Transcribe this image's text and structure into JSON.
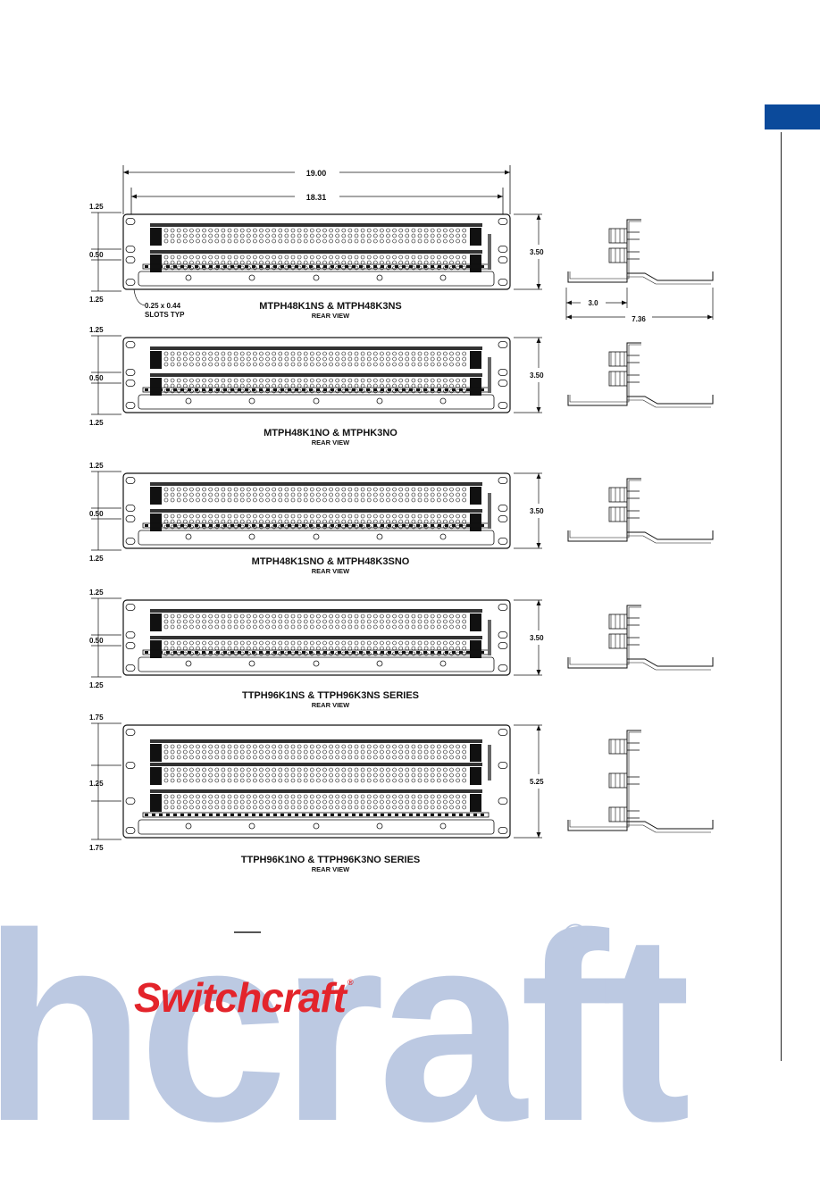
{
  "dimensions": {
    "overall_width": "19.00",
    "inner_width": "18.31",
    "slot_label": "0.25 x 0.44",
    "slot_label2": "SLOTS TYP",
    "depth_3": "3.0",
    "depth_736": "7.36"
  },
  "panels": [
    {
      "top": "1.25",
      "mid": "0.50",
      "bottom": "1.25",
      "height": "3.50",
      "title": "MTPH48K1NS & MTPH48K3NS",
      "view": "REAR VIEW",
      "rows": 2
    },
    {
      "top": "1.25",
      "mid": "0.50",
      "bottom": "1.25",
      "height": "3.50",
      "title": "MTPH48K1NO & MTPHK3NO",
      "view": "REAR VIEW",
      "rows": 2
    },
    {
      "top": "1.25",
      "mid": "0.50",
      "bottom": "1.25",
      "height": "3.50",
      "title": "MTPH48K1SNO & MTPH48K3SNO",
      "view": "REAR VIEW",
      "rows": 2
    },
    {
      "top": "1.25",
      "mid": "0.50",
      "bottom": "1.25",
      "height": "3.50",
      "title": "TTPH96K1NS & TTPH96K3NS SERIES",
      "view": "REAR VIEW",
      "rows": 2
    },
    {
      "top": "1.75",
      "mid": "1.25",
      "bottom": "1.75",
      "height": "5.25",
      "title": "TTPH96K1NO & TTPH96K3NO SERIES",
      "view": "REAR VIEW",
      "rows": 3
    }
  ],
  "brand": {
    "watermark": "hcraft",
    "registered": "®",
    "logo": "Switchcraft",
    "logo_mark": "®"
  },
  "colors": {
    "tab": "#0b4a9b",
    "watermark": "#bcc9e2",
    "logo": "#e3242b"
  }
}
